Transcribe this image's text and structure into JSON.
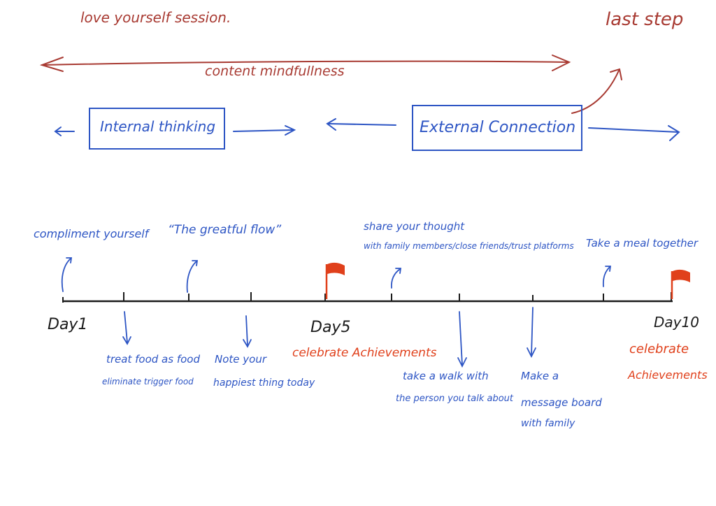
{
  "header": {
    "session_title": "love yourself session.",
    "last_step": "last step",
    "span_label": "content mindfullness"
  },
  "phases": {
    "internal": "Internal thinking",
    "external": "External Connection"
  },
  "timeline": {
    "day1": "Day1",
    "day5": "Day5",
    "day10": "Day10",
    "above": {
      "compliment": "compliment yourself",
      "grateful": "“The greatful flow”",
      "share_line1": "share your thought",
      "share_line2": "with family members/close friends/trust platforms",
      "meal": "Take a meal together"
    },
    "below": {
      "treat_line1": "treat food as food",
      "treat_line2": "eliminate trigger food",
      "note_line1": "Note your",
      "note_line2": "happiest thing today",
      "walk_line1": "take a walk with",
      "walk_line2": "the person you talk about",
      "board_line1": "Make a",
      "board_line2": "message board",
      "board_line3": "with family",
      "celebrate_day5": "celebrate Achievements",
      "celebrate_day10_line1": "celebrate",
      "celebrate_day10_line2": "Achievements"
    }
  },
  "colors": {
    "red": "#a83a32",
    "blue": "#2d55c4",
    "orange": "#e0401b",
    "black": "#1a1a1a"
  }
}
